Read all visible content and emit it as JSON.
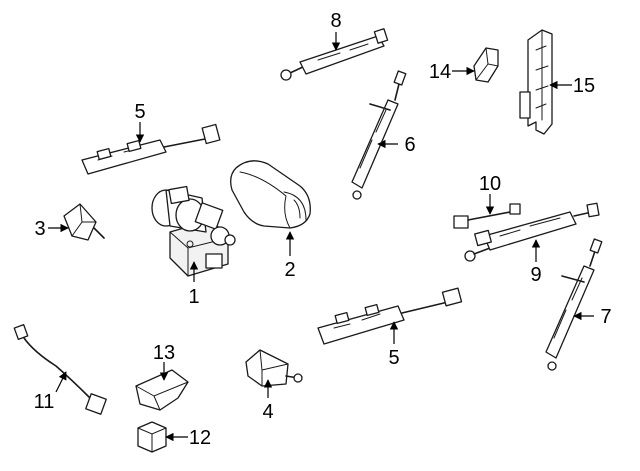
{
  "callouts": [
    {
      "id": "1",
      "label": "1"
    },
    {
      "id": "2",
      "label": "2"
    },
    {
      "id": "3",
      "label": "3"
    },
    {
      "id": "4",
      "label": "4"
    },
    {
      "id": "5a",
      "label": "5"
    },
    {
      "id": "5b",
      "label": "5"
    },
    {
      "id": "6",
      "label": "6"
    },
    {
      "id": "7",
      "label": "7"
    },
    {
      "id": "8",
      "label": "8"
    },
    {
      "id": "9",
      "label": "9"
    },
    {
      "id": "10",
      "label": "10"
    },
    {
      "id": "11",
      "label": "11"
    },
    {
      "id": "12",
      "label": "12"
    },
    {
      "id": "13",
      "label": "13"
    },
    {
      "id": "14",
      "label": "14"
    },
    {
      "id": "15",
      "label": "15"
    }
  ]
}
